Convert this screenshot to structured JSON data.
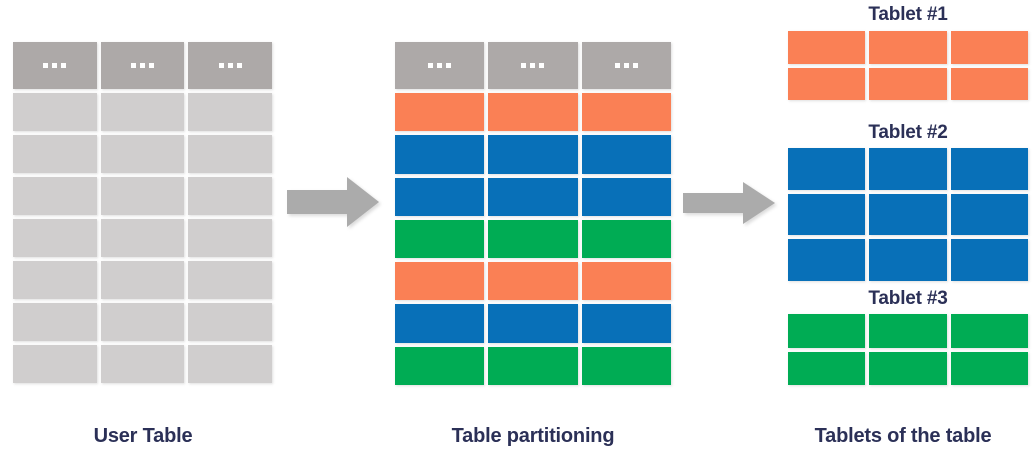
{
  "palette": {
    "orange": "#FA8055",
    "blue": "#0870B8",
    "green": "#00AC54",
    "header_grey": "#ADA9A8",
    "cell_grey": "#D0CECE",
    "arrow_grey": "#ABABAB",
    "text_navy": "#2B3057",
    "background": "#FFFFFF"
  },
  "user_table": {
    "caption": "User Table",
    "columns": 3,
    "header_label": "...",
    "header_cells": [
      "...",
      "...",
      "..."
    ],
    "body_rows": [
      [
        "",
        "",
        ""
      ],
      [
        "",
        "",
        ""
      ],
      [
        "",
        "",
        ""
      ],
      [
        "",
        "",
        ""
      ],
      [
        "",
        "",
        ""
      ],
      [
        "",
        "",
        ""
      ],
      [
        "",
        "",
        ""
      ]
    ],
    "row_count": 7
  },
  "partition_table": {
    "caption": "Table partitioning",
    "columns": 3,
    "header_cells": [
      "...",
      "...",
      "..."
    ],
    "row_colors": [
      "orange",
      "blue",
      "blue",
      "green",
      "orange",
      "blue",
      "green"
    ],
    "row_count": 7
  },
  "arrows": [
    {
      "name": "arrow-user-to-partition",
      "direction": "right"
    },
    {
      "name": "arrow-partition-to-tablets",
      "direction": "right"
    }
  ],
  "tablets": {
    "caption": "Tablets of the table",
    "items": [
      {
        "title": "Tablet #1",
        "color": "orange",
        "rows": 2,
        "columns": 3
      },
      {
        "title": "Tablet #2",
        "color": "blue",
        "rows": 3,
        "columns": 3
      },
      {
        "title": "Tablet #3",
        "color": "green",
        "rows": 2,
        "columns": 3
      }
    ]
  }
}
